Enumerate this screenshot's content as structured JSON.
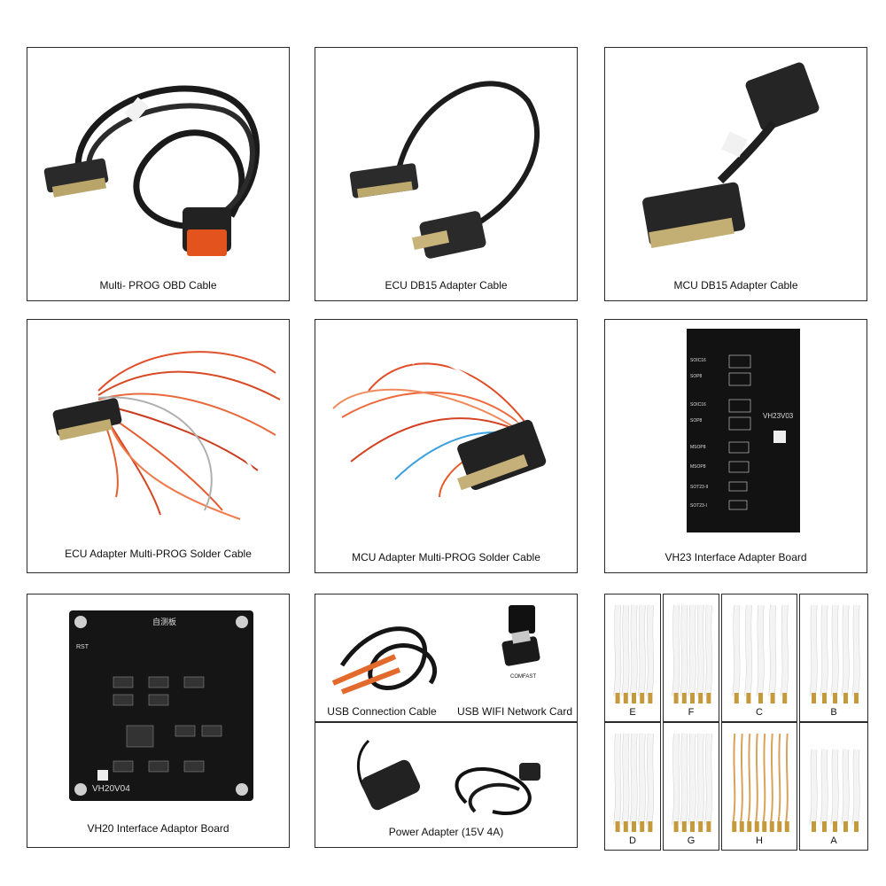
{
  "captions": {
    "obd": "Multi- PROG OBD Cable",
    "ecu_db15": "ECU DB15 Adapter Cable",
    "mcu_db15": "MCU DB15 Adapter Cable",
    "ecu_solder": "ECU Adapter Multi-PROG Solder Cable",
    "mcu_solder": "MCU Adapter Multi-PROG Solder Cable",
    "vh23": "VH23 Interface Adapter Board",
    "vh20": "VH20 Interface Adaptor Board",
    "usb_cable": "USB Connection Cable",
    "usb_wifi": "USB WIFI Network Card",
    "power": "Power Adapter (15V 4A)"
  },
  "vh23_board": {
    "title": "VH23V03",
    "labels": [
      "SOIC16",
      "SOP8",
      "SOIC16",
      "SOP8",
      "MSOP8",
      "MSOP8",
      "SOT23-II",
      "SOT23-I"
    ]
  },
  "vh20_board": {
    "title": "VH20V04",
    "header": "自测板",
    "rst": "RST"
  },
  "wifi_brand": "COMFAST",
  "probes": [
    "E",
    "F",
    "C",
    "B",
    "D",
    "G",
    "H",
    "A"
  ]
}
